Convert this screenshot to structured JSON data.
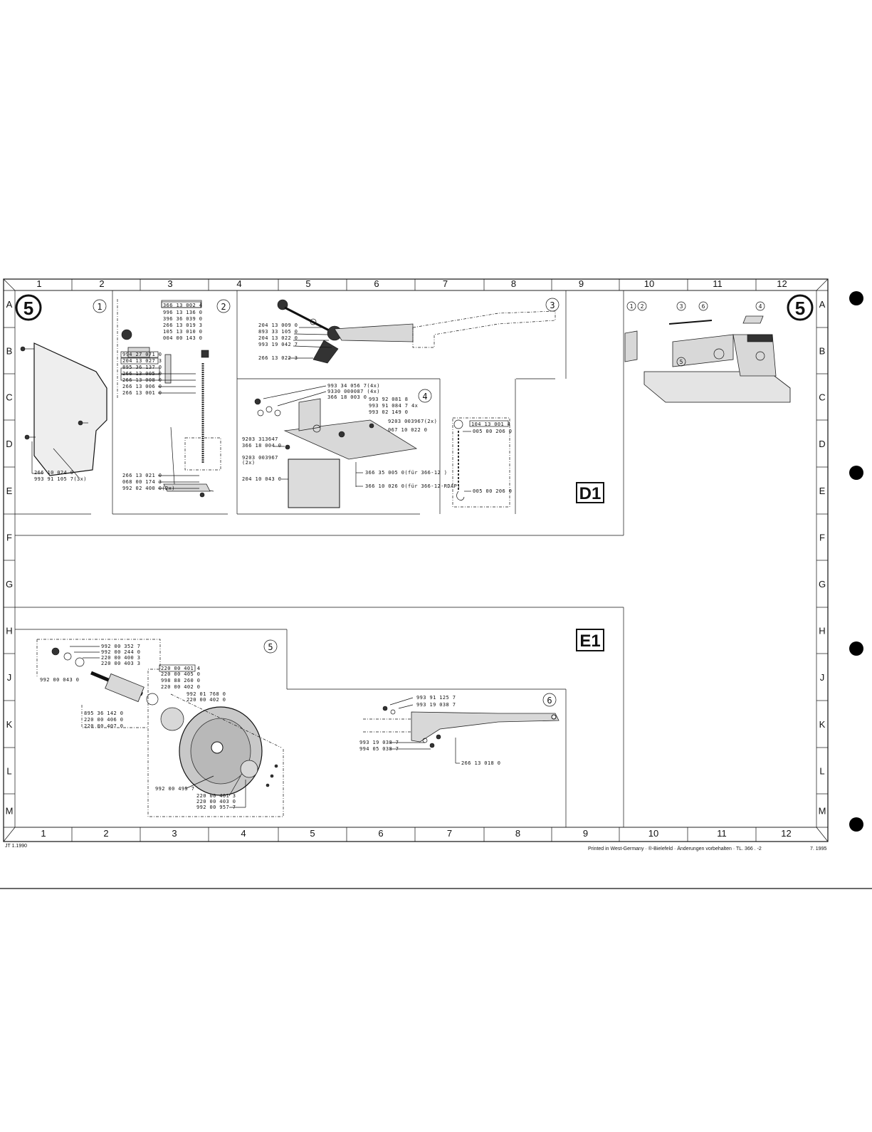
{
  "columns": [
    "1",
    "2",
    "3",
    "4",
    "5",
    "6",
    "7",
    "8",
    "9",
    "10",
    "11",
    "12"
  ],
  "rows": [
    "A",
    "B",
    "C",
    "D",
    "E",
    "F",
    "G",
    "H",
    "J",
    "K",
    "L",
    "M"
  ],
  "badges": {
    "main": "5",
    "d1": "D1",
    "e1": "E1"
  },
  "circles": [
    "1",
    "2",
    "3",
    "4",
    "5",
    "6"
  ],
  "p1": [
    "266 10 024 0",
    "993 91 105 7(3x)"
  ],
  "p2": [
    "366 13 002 4",
    "996 13 136 0",
    "396 36 039 0",
    "266 13 019 3",
    "105 13 010 0",
    "004 00 143 0",
    "994 27 071 0",
    "204 13 027 3",
    "895 36 137 0",
    "266 13 005 0",
    "266 13 008 0",
    "266 13 006 0",
    "266 13 001 0",
    "266 13 021 0",
    "068 00 174 3",
    "992 02 400 0(2x)"
  ],
  "p3": [
    "204 13 009 0",
    "893 33 105 0",
    "204 13 022 0",
    "993 19 042 7",
    "266 13 022 3"
  ],
  "p4": [
    "993 34 056 7(4x)",
    "9330 000087 (4x)",
    "366 18 003 0",
    "993 92 081 8",
    "993 91 084 7 4x",
    "993 02 149 0",
    "9203 003967(2x)",
    "067 10 022 0",
    "9203 313647",
    "366 18 004 0",
    "9203 003967",
    "(2x)",
    "204 10 043 0",
    "366 35 005 0(für 366-12 )",
    "366 10 026 0(für 366-12-RDAP)"
  ],
  "chain": [
    "104 13 001 4",
    "005 00 206 0",
    "005 00 206 0"
  ],
  "p5": [
    "992 00 352 7",
    "992 00 244 0",
    "220 00 400 3",
    "220 00 403 3",
    "992 00 043 0",
    "220 00 401 4",
    "220 00 405 0",
    "998 88 260 0",
    "220 00 402 0",
    "992 01 768 0",
    "220 00 402 0",
    "895 36 142 0",
    "220 00 406 0",
    "220 00 407 0",
    "992 00 495 7",
    "220 00 401 3",
    "220 00 403 0",
    "992 00 957 7"
  ],
  "p6": [
    "993 91 125 7",
    "993 19 038 7",
    "993 19 038 7",
    "994 05 038 7",
    "266 13 018 0"
  ],
  "footer": {
    "left": "JT 1.1990",
    "center": "Printed in West-Germany · ®-Bielefeld · Änderungen vorbehalten · TL. 366 .   -2",
    "right": "7. 1995"
  }
}
